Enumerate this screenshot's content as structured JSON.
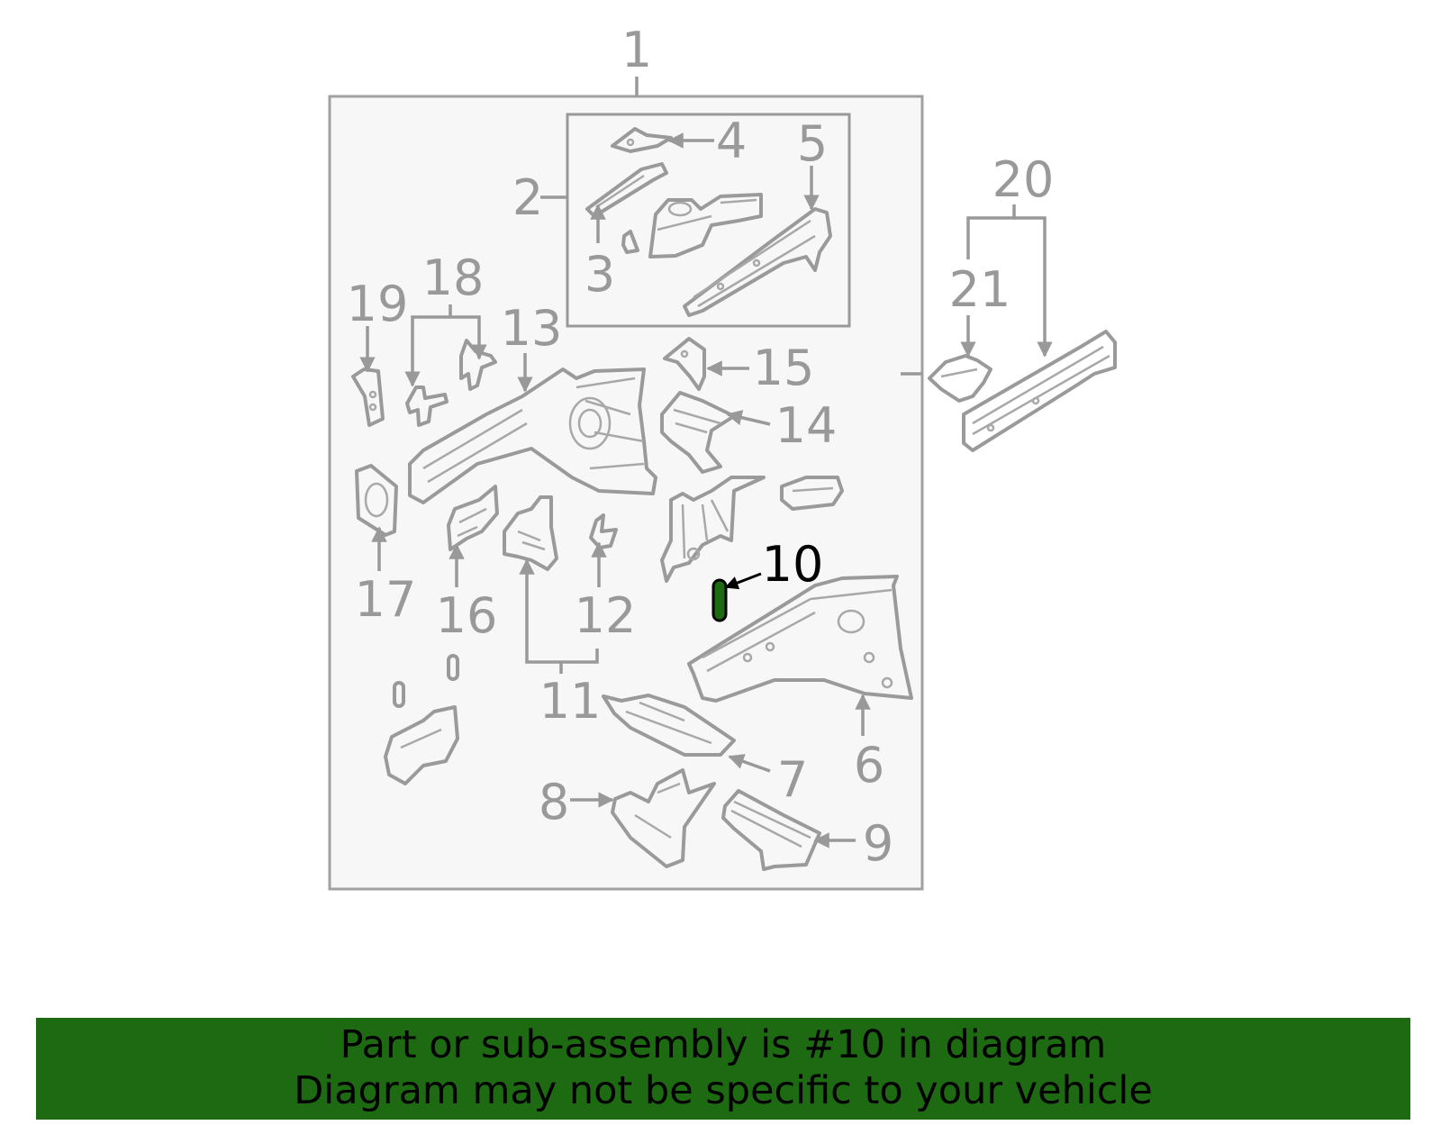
{
  "diagram": {
    "highlight_color": "#1d6a12",
    "callouts": {
      "c1": "1",
      "c2": "2",
      "c3": "3",
      "c4": "4",
      "c5": "5",
      "c6": "6",
      "c7": "7",
      "c8": "8",
      "c9": "9",
      "c10": "10",
      "c11": "11",
      "c12": "12",
      "c13": "13",
      "c14": "14",
      "c15": "15",
      "c16": "16",
      "c17": "17",
      "c18": "18",
      "c19": "19",
      "c20": "20",
      "c21": "21"
    },
    "highlighted_part": "10"
  },
  "banner": {
    "line1": "Part or sub-assembly is #10 in diagram",
    "line2": "Diagram may not be specific to your vehicle",
    "background": "#1d6a12"
  }
}
